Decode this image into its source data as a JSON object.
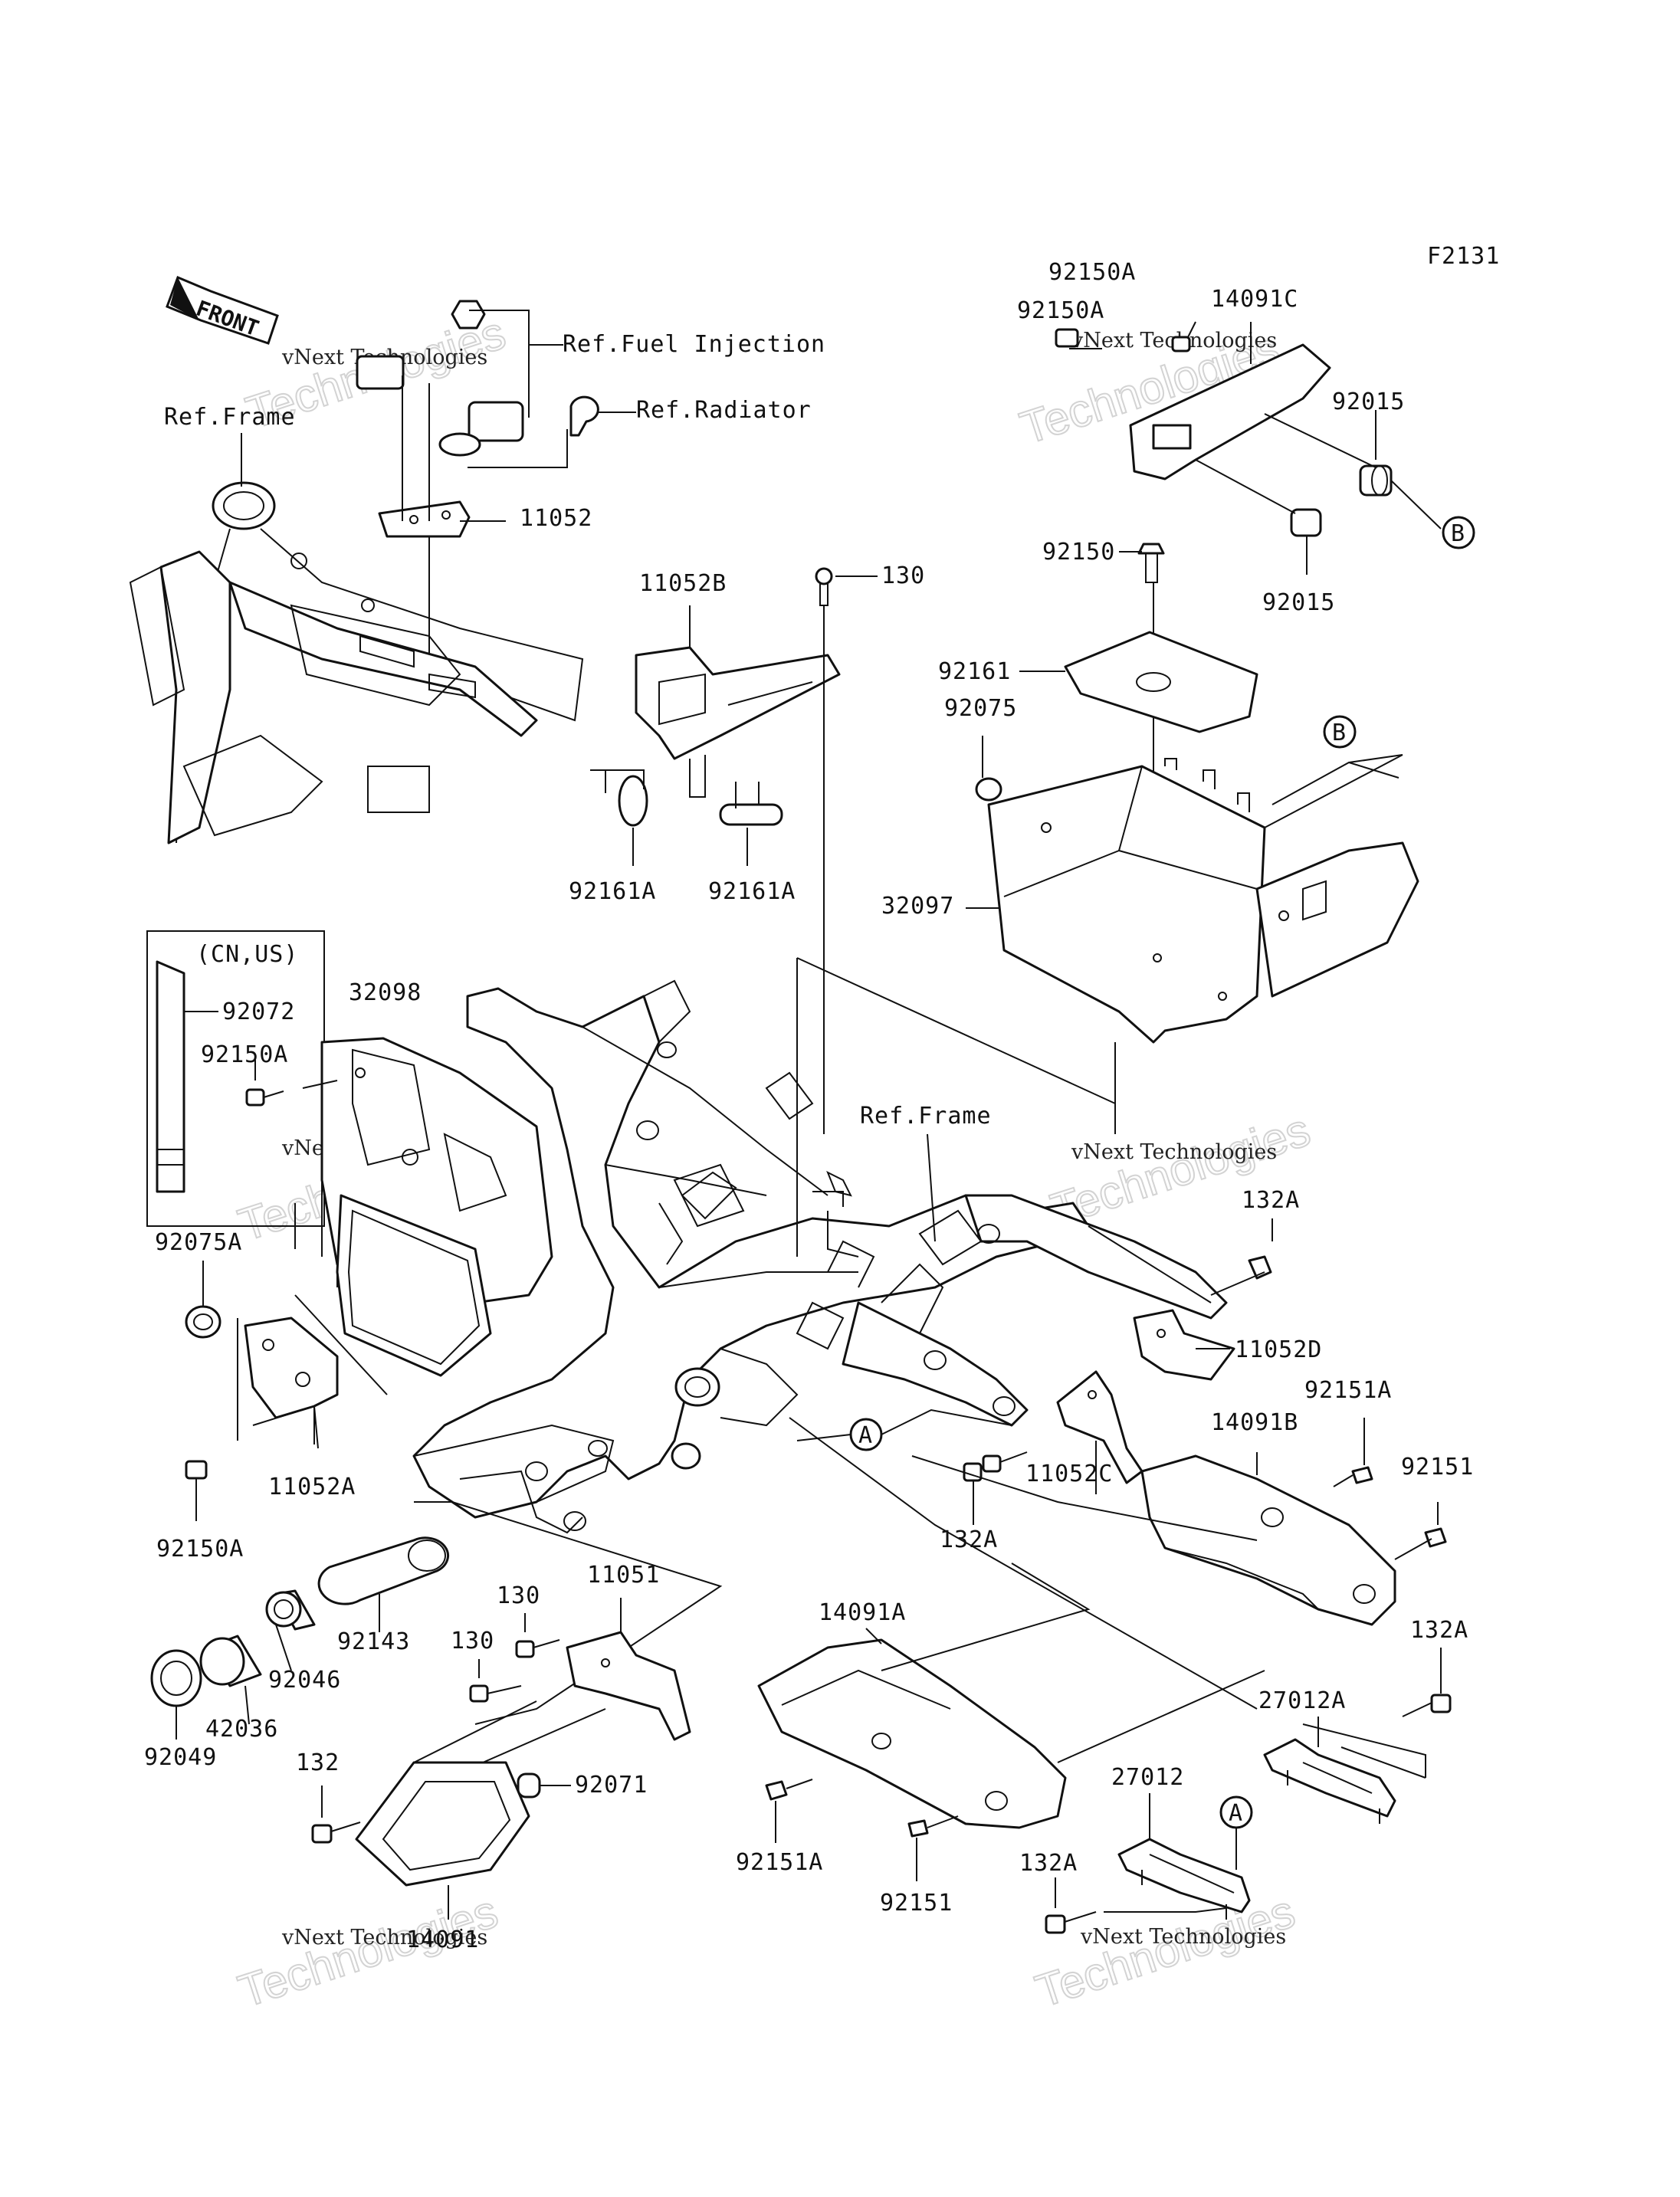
{
  "figure_code": "F2131",
  "front_arrow": "FRONT",
  "refs": {
    "fuel_injection": "Ref.Fuel Injection",
    "radiator": "Ref.Radiator",
    "frame_top": "Ref.Frame",
    "frame_main": "Ref.Frame"
  },
  "market_note": "(CN,US)",
  "callouts": {
    "a": "A",
    "b": "B"
  },
  "watermark": {
    "line1": "vNext Technologies",
    "line2": "Technologies"
  },
  "parts": {
    "p11052": "11052",
    "p11052B": "11052B",
    "p130_top": "130",
    "p92161A_left": "92161A",
    "p92161A_right": "92161A",
    "p92150A_top_a": "92150A",
    "p92150A_top_b": "92150A",
    "p14091C": "14091C",
    "p92015_a": "92015",
    "p92015_b": "92015",
    "p92150": "92150",
    "p92161": "92161",
    "p92075": "92075",
    "p32097": "32097",
    "p92072": "92072",
    "p32098": "32098",
    "p92150A_left": "92150A",
    "p92075A": "92075A",
    "p132A_right": "132A",
    "p11052D": "11052D",
    "p92151A_right": "92151A",
    "p14091B": "14091B",
    "p92151_right": "92151",
    "p11052A": "11052A",
    "p92150A_bottom": "92150A",
    "p11052C": "11052C",
    "p132A_mid": "132A",
    "p11051": "11051",
    "p130_a": "130",
    "p130_b": "130",
    "p14091A": "14091A",
    "p92143": "92143",
    "p92046": "92046",
    "p42036": "42036",
    "p92049": "92049",
    "p132": "132",
    "p92071": "92071",
    "p14091": "14091",
    "p92151A_bottom": "92151A",
    "p92151_bottom": "92151",
    "p132A_lowright": "132A",
    "p27012A": "27012A",
    "p27012": "27012",
    "p132A_bottom": "132A"
  }
}
